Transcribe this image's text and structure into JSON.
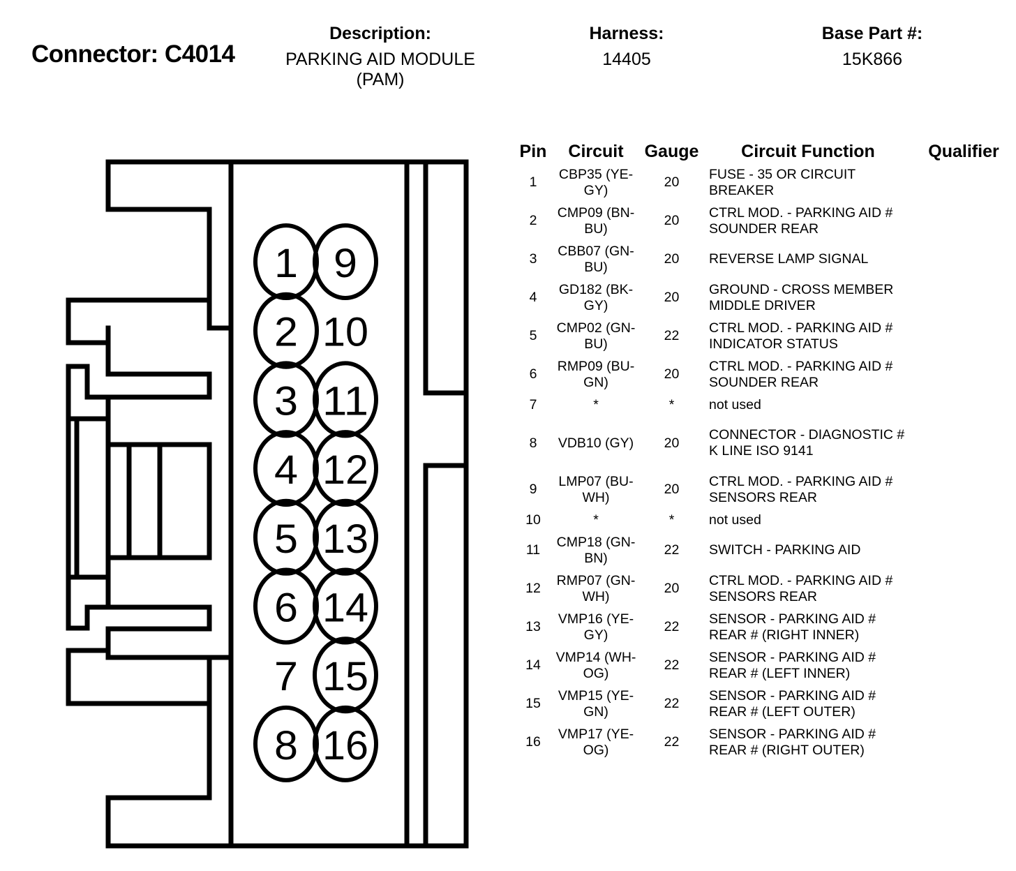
{
  "header": {
    "connector_title": "Connector: C4014",
    "description_label": "Description:",
    "description_value_line1": "PARKING AID MODULE",
    "description_value_line2": "(PAM)",
    "harness_label": "Harness:",
    "harness_value": "14405",
    "base_part_label": "Base Part #:",
    "base_part_value": "15K866"
  },
  "diagram": {
    "pins": [
      {
        "label": "1",
        "column": "left",
        "row": 1,
        "circled": true
      },
      {
        "label": "2",
        "column": "left",
        "row": 2,
        "circled": true
      },
      {
        "label": "3",
        "column": "left",
        "row": 3,
        "circled": true
      },
      {
        "label": "4",
        "column": "left",
        "row": 4,
        "circled": true
      },
      {
        "label": "5",
        "column": "left",
        "row": 5,
        "circled": true
      },
      {
        "label": "6",
        "column": "left",
        "row": 6,
        "circled": true
      },
      {
        "label": "7",
        "column": "left",
        "row": 7,
        "circled": false
      },
      {
        "label": "8",
        "column": "left",
        "row": 8,
        "circled": true
      },
      {
        "label": "9",
        "column": "right",
        "row": 1,
        "circled": true
      },
      {
        "label": "10",
        "column": "right",
        "row": 2,
        "circled": false
      },
      {
        "label": "11",
        "column": "right",
        "row": 3,
        "circled": true
      },
      {
        "label": "12",
        "column": "right",
        "row": 4,
        "circled": true
      },
      {
        "label": "13",
        "column": "right",
        "row": 5,
        "circled": true
      },
      {
        "label": "14",
        "column": "right",
        "row": 6,
        "circled": true
      },
      {
        "label": "15",
        "column": "right",
        "row": 7,
        "circled": true
      },
      {
        "label": "16",
        "column": "right",
        "row": 8,
        "circled": true
      }
    ]
  },
  "table": {
    "headers": {
      "pin": "Pin",
      "circuit": "Circuit",
      "gauge": "Gauge",
      "function": "Circuit Function",
      "qualifier": "Qualifier"
    },
    "rows": [
      {
        "pin": "1",
        "circuit": "CBP35 (YE-GY)",
        "gauge": "20",
        "function": "FUSE - 35 OR CIRCUIT BREAKER",
        "qualifier": ""
      },
      {
        "pin": "2",
        "circuit": "CMP09 (BN-BU)",
        "gauge": "20",
        "function": "CTRL MOD. - PARKING AID # SOUNDER REAR",
        "qualifier": ""
      },
      {
        "pin": "3",
        "circuit": "CBB07 (GN-BU)",
        "gauge": "20",
        "function": "REVERSE LAMP SIGNAL",
        "qualifier": ""
      },
      {
        "pin": "4",
        "circuit": "GD182 (BK-GY)",
        "gauge": "20",
        "function": "GROUND - CROSS MEMBER MIDDLE DRIVER",
        "qualifier": ""
      },
      {
        "pin": "5",
        "circuit": "CMP02 (GN-BU)",
        "gauge": "22",
        "function": "CTRL MOD. - PARKING AID # INDICATOR STATUS",
        "qualifier": ""
      },
      {
        "pin": "6",
        "circuit": "RMP09 (BU-GN)",
        "gauge": "20",
        "function": "CTRL MOD. - PARKING AID # SOUNDER REAR",
        "qualifier": ""
      },
      {
        "pin": "7",
        "circuit": "*",
        "gauge": "*",
        "function": "not used",
        "qualifier": ""
      },
      {
        "pin": "8",
        "circuit": "VDB10 (GY)",
        "gauge": "20",
        "function": "CONNECTOR - DIAGNOSTIC # K LINE ISO 9141",
        "qualifier": ""
      },
      {
        "pin": "9",
        "circuit": "LMP07 (BU-WH)",
        "gauge": "20",
        "function": "CTRL MOD. - PARKING AID # SENSORS REAR",
        "qualifier": ""
      },
      {
        "pin": "10",
        "circuit": "*",
        "gauge": "*",
        "function": "not used",
        "qualifier": ""
      },
      {
        "pin": "11",
        "circuit": "CMP18 (GN-BN)",
        "gauge": "22",
        "function": "SWITCH - PARKING AID",
        "qualifier": ""
      },
      {
        "pin": "12",
        "circuit": "RMP07 (GN-WH)",
        "gauge": "20",
        "function": "CTRL MOD. - PARKING AID # SENSORS REAR",
        "qualifier": ""
      },
      {
        "pin": "13",
        "circuit": "VMP16 (YE-GY)",
        "gauge": "22",
        "function": "SENSOR - PARKING AID # REAR # (RIGHT INNER)",
        "qualifier": ""
      },
      {
        "pin": "14",
        "circuit": "VMP14 (WH-OG)",
        "gauge": "22",
        "function": "SENSOR - PARKING AID # REAR # (LEFT INNER)",
        "qualifier": ""
      },
      {
        "pin": "15",
        "circuit": "VMP15 (YE-GN)",
        "gauge": "22",
        "function": "SENSOR - PARKING AID # REAR # (LEFT OUTER)",
        "qualifier": ""
      },
      {
        "pin": "16",
        "circuit": "VMP17 (YE-OG)",
        "gauge": "22",
        "function": "SENSOR - PARKING AID # REAR # (RIGHT OUTER)",
        "qualifier": ""
      }
    ]
  }
}
